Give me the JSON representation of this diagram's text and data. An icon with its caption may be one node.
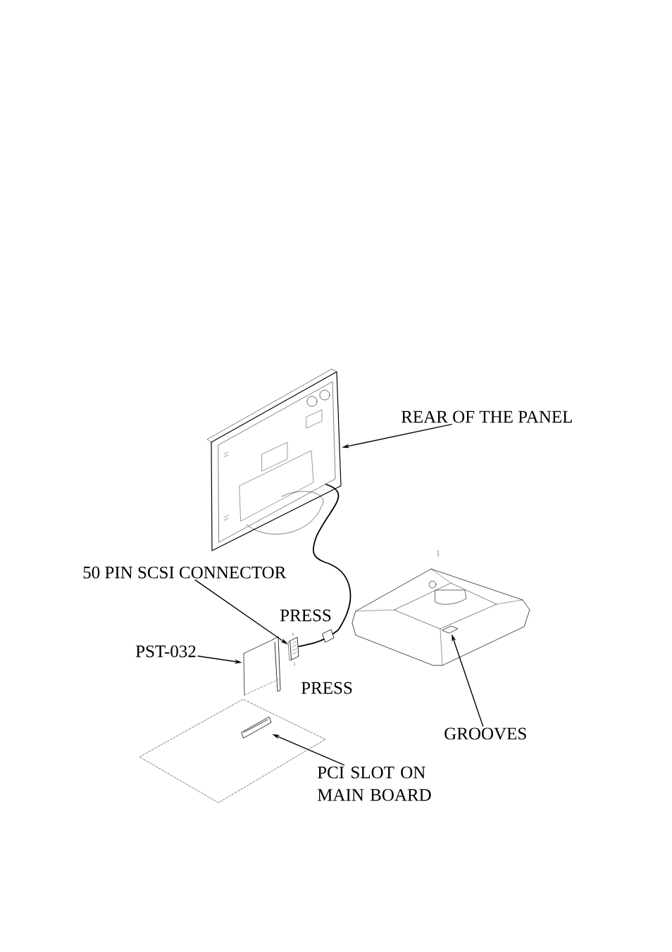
{
  "diagram": {
    "nodes": [
      {
        "text": [
          "REAR OF THE PANEL"
        ]
      },
      {
        "text": [],
        "shape": "picture"
      },
      {
        "text": [
          "50 PIN SCSI CONNECTOR"
        ]
      },
      {
        "text": [],
        "shape": "picture"
      },
      {
        "text": [
          "PST-032"
        ]
      },
      {
        "text": [],
        "shape": "picture"
      },
      {
        "text": [
          "GROOVES"
        ]
      },
      {
        "text": [],
        "shape": "picture"
      },
      {
        "text": [
          "PCI SLOT ON MAIN BOARD"
        ]
      },
      {
        "text": [],
        "shape": "picture"
      }
    ],
    "edges": [
      {
        "from": 0,
        "to": 1,
        "arrow": "to"
      },
      {
        "from": 2,
        "to": 3,
        "arrow": "to"
      },
      {
        "from": 4,
        "to": 5,
        "arrow": "to"
      },
      {
        "from": 6,
        "to": 7,
        "arrow": "to"
      },
      {
        "from": 8,
        "to": 9,
        "arrow": "to"
      }
    ],
    "labels": [
      "PRESS",
      "PRESS"
    ]
  }
}
